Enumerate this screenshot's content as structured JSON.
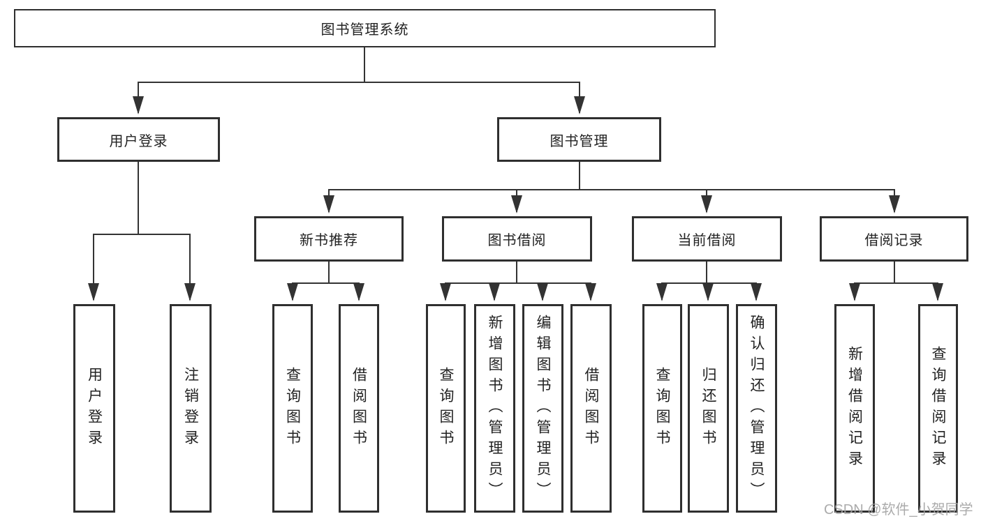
{
  "diagram": {
    "root": {
      "label": "图书管理系统"
    },
    "level2": [
      {
        "label": "用户登录"
      },
      {
        "label": "图书管理"
      }
    ],
    "level3": [
      {
        "label": "新书推荐"
      },
      {
        "label": "图书借阅"
      },
      {
        "label": "当前借阅"
      },
      {
        "label": "借阅记录"
      }
    ],
    "leaves": {
      "user_login": [
        {
          "label": "用户登录"
        },
        {
          "label": "注销登录"
        }
      ],
      "new_book_recommend": [
        {
          "label": "查询图书"
        },
        {
          "label": "借阅图书"
        }
      ],
      "book_borrow": [
        {
          "label": "查询图书"
        },
        {
          "label": "新增图书（管理员）"
        },
        {
          "label": "编辑图书（管理员）"
        },
        {
          "label": "借阅图书"
        }
      ],
      "current_borrow": [
        {
          "label": "查询图书"
        },
        {
          "label": "归还图书"
        },
        {
          "label": "确认归还（管理员）"
        }
      ],
      "borrow_record": [
        {
          "label": "新增借阅记录"
        },
        {
          "label": "查询借阅记录"
        }
      ]
    }
  },
  "watermark": {
    "text": "CSDN @软件_小贺同学"
  },
  "colors": {
    "line": "#333333",
    "box_border": "#2f2f2f",
    "text": "#222222",
    "watermark": "#a3a3a3",
    "background": "#ffffff"
  }
}
